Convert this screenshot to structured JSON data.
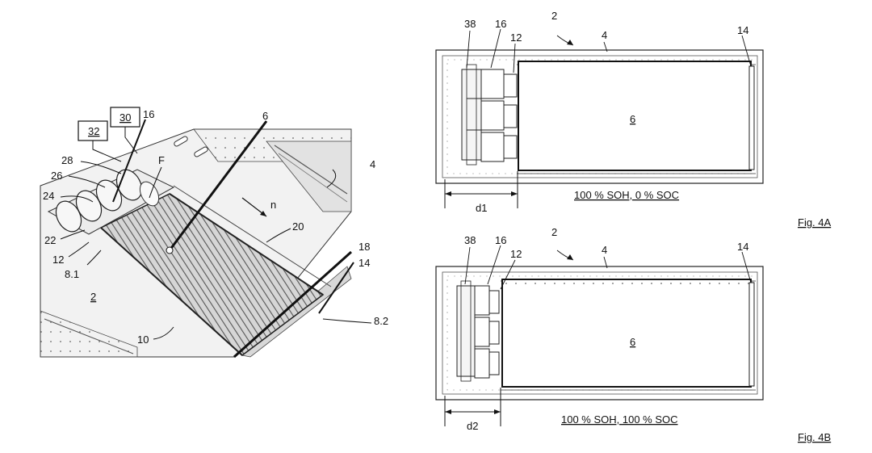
{
  "left_figure": {
    "labels": {
      "l32": "32",
      "l30": "30",
      "l16": "16",
      "l6": "6",
      "l4": "4",
      "l28": "28",
      "lF": "F",
      "l26": "26",
      "l24": "24",
      "ln": "n",
      "l20": "20",
      "l22": "22",
      "l12": "12",
      "l8_1": "8.1",
      "l18": "18",
      "l14": "14",
      "l2": "2",
      "l8_2": "8.2",
      "l10": "10"
    }
  },
  "fig4a": {
    "labels": {
      "l38": "38",
      "l16": "16",
      "l2": "2",
      "l12": "12",
      "l4": "4",
      "l14": "14",
      "l6": "6"
    },
    "dimension": "d1",
    "caption": "100 % SOH, 0 % SOC",
    "fig_label": "Fig. 4A"
  },
  "fig4b": {
    "labels": {
      "l38": "38",
      "l16": "16",
      "l2": "2",
      "l12": "12",
      "l4": "4",
      "l14": "14",
      "l6": "6"
    },
    "dimension": "d2",
    "caption": "100 % SOH, 100 % SOC",
    "fig_label": "Fig. 4B"
  }
}
